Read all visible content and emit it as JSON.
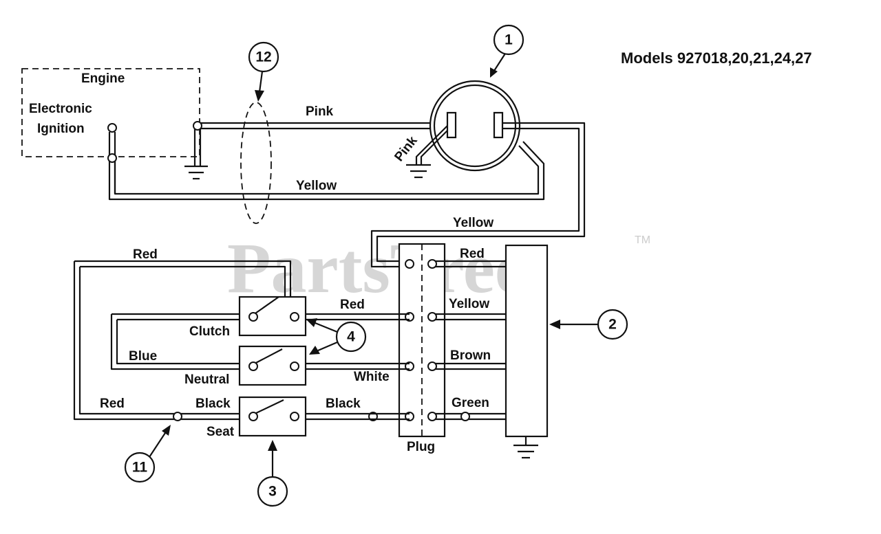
{
  "title": "Models 927018,20,21,24,27",
  "watermark": "PartsTree",
  "trademark": "TM",
  "labels": {
    "engine": "Engine",
    "electronic": "Electronic",
    "ignition": "Ignition",
    "pink_top": "Pink",
    "pink_diag": "Pink",
    "yellow_mid": "Yellow",
    "yellow_right": "Yellow",
    "red_top": "Red",
    "red_plug": "Red",
    "red_switch": "Red",
    "yellow_plug": "Yellow",
    "clutch": "Clutch",
    "blue": "Blue",
    "brown": "Brown",
    "neutral": "Neutral",
    "white": "White",
    "red_bottom": "Red",
    "black_left": "Black",
    "black_right": "Black",
    "green": "Green",
    "seat": "Seat",
    "plug": "Plug"
  },
  "callouts": [
    "1",
    "2",
    "3",
    "4",
    "11",
    "12"
  ]
}
